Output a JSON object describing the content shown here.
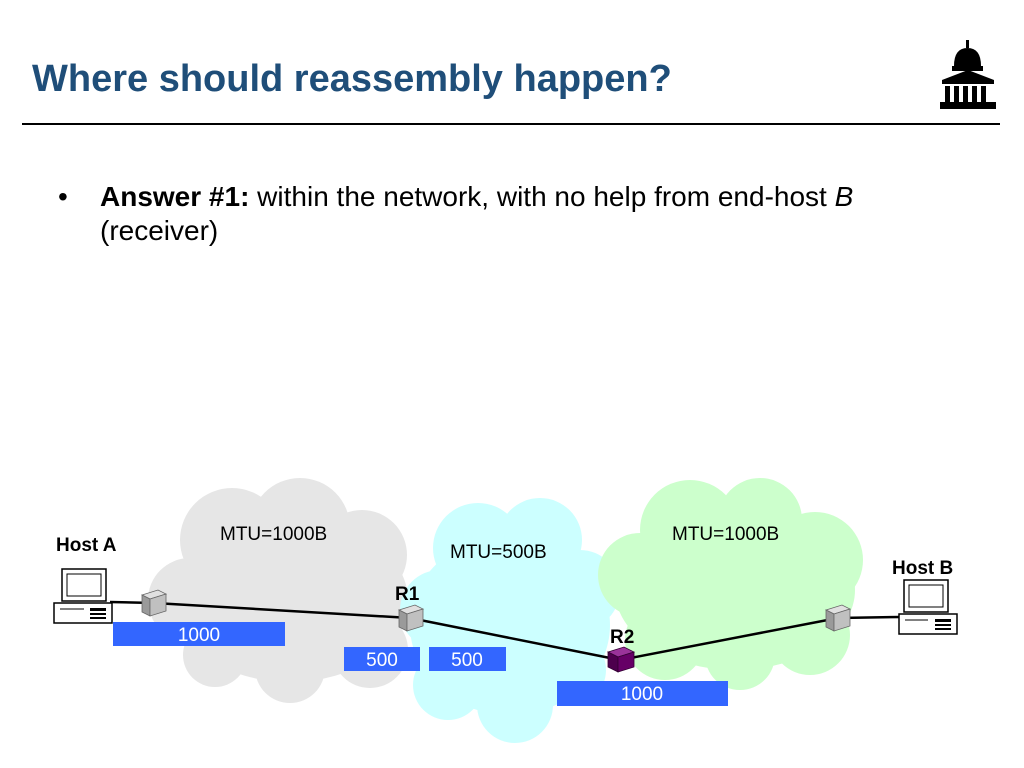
{
  "slide": {
    "title": "Where should reassembly happen?"
  },
  "bullet": {
    "marker": "•",
    "bold": "Answer #1:",
    "text1": " within the network, with no help from end-host ",
    "italic": "B",
    "text2": " (receiver)"
  },
  "diagram": {
    "clouds": [
      {
        "label": "MTU=1000B",
        "color": "#e6e6e6"
      },
      {
        "label": "MTU=500B",
        "color": "#ccffff"
      },
      {
        "label": "MTU=1000B",
        "color": "#ccffcc"
      }
    ],
    "hosts": {
      "a": "Host A",
      "b": "Host B"
    },
    "routers": {
      "r1": "R1",
      "r2": "R2"
    },
    "packets": {
      "a_out": "1000",
      "frag1": "500",
      "frag2": "500",
      "reassembled": "1000"
    },
    "colors": {
      "packet": "#3366ff",
      "router": "#b3b3b3",
      "router_r2": "#660066"
    }
  }
}
